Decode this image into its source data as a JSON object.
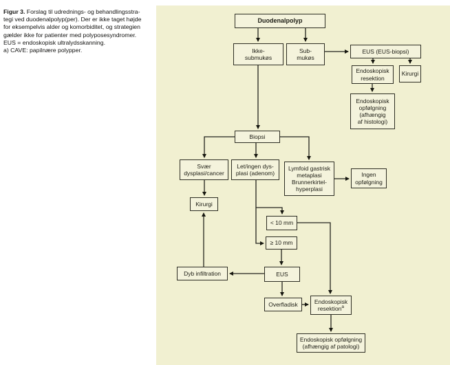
{
  "figure_caption": {
    "lead": "Figur 3.",
    "body": "Forslag til udrednings- og behandlingsstra-\ntegi ved duodenalpolyp(per). Der er ikke taget højde\nfor eksempelvis alder og komorbiditet, og strategien\ngælder ikke for patienter med polyposesyndromer.\nEUS = endoskopisk ultralydsskanning.\na) CAVE: papilnære polypper."
  },
  "flowchart": {
    "panel_background": "#f1f0d1",
    "node_fill": "#f4f3dc",
    "node_border": "#2c2c22",
    "line_color": "#22221c",
    "nodes": {
      "duodenalpolyp": {
        "label": "Duodenalpolyp"
      },
      "ikke_submukos": {
        "label": "Ikke-\nsubmukøs"
      },
      "submukos": {
        "label": "Sub-\nmukøs"
      },
      "eus_biopsi": {
        "label": "EUS (EUS-biopsi)"
      },
      "endo_resektion_1": {
        "label": "Endoskopisk\nresektion"
      },
      "kirurgi_1": {
        "label": "Kirurgi"
      },
      "endo_opfolgning_1": {
        "label": "Endoskopisk\nopfølgning\n(afhængig\naf histologi)"
      },
      "biopsi": {
        "label": "Biopsi"
      },
      "svaer_dysplasi": {
        "label": "Svær\ndysplasi/cancer"
      },
      "let_ingen": {
        "label": "Let/ingen dys-\nplasi (adenom)"
      },
      "lymfoid": {
        "label": "Lymfoid gastrisk\nmetaplasi\nBrunnerkirtel-\nhyperplasi"
      },
      "ingen_opfolgning": {
        "label": "Ingen\nopfølgning"
      },
      "kirurgi_2": {
        "label": "Kirurgi"
      },
      "lt10": {
        "label": "< 10 mm"
      },
      "ge10": {
        "label": "≥ 10 mm"
      },
      "dyb_infiltration": {
        "label": "Dyb infiltration"
      },
      "eus_2": {
        "label": "EUS"
      },
      "overfladisk": {
        "label": "Overfladisk"
      },
      "endo_resektion_2": {
        "label": "Endoskopisk\nresektion",
        "footnote_marker": "a"
      },
      "endo_opfolgning_2": {
        "label": "Endoskopisk opfølgning\n(afhængig af patologi)"
      }
    }
  }
}
